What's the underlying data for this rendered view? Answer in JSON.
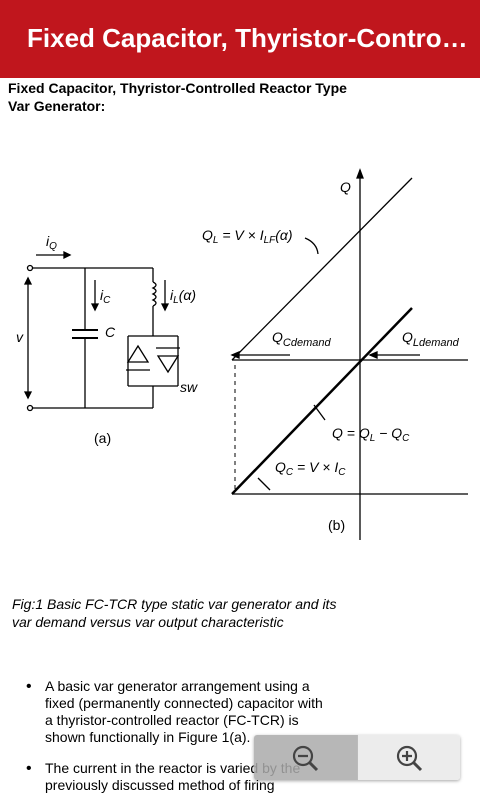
{
  "appbar": {
    "title": "Fixed Capacitor, Thyristor-Controlled Reactor Type Var Generator"
  },
  "content": {
    "heading": "Fixed Capacitor, Thyristor-Controlled Reactor Type Var Generator:",
    "figure": {
      "labels": {
        "iQ": "i",
        "iQ_sub": "Q",
        "ic": "i",
        "ic_sub": "C",
        "C": "C",
        "v": "v",
        "iL": "i",
        "iL_sub": "L",
        "iL_arg": "(α)",
        "sw": "sw",
        "a": "(a)",
        "Q": "Q",
        "QL_eq": "Q",
        "QL_eq_sub": "L",
        "QL_eq_mid": " = V × I",
        "QL_eq_sub2": "LF",
        "QL_eq_end": "(α)",
        "QCdemand": "Q",
        "QCdemand_sub": "Cdemand",
        "QLdemand": "Q",
        "QLdemand_sub": "Ldemand",
        "Qdiff": "Q = Q",
        "Qdiff_sub": "L",
        "Qdiff_end": " − Q",
        "Qdiff_sub2": "C",
        "QC_eq": "Q",
        "QC_eq_sub": "C",
        "QC_eq_mid": " = V × I",
        "QC_eq_sub2": "C",
        "b": "(b)"
      }
    },
    "caption": "Fig:1 Basic FC-TCR type static var generator and its var demand versus var output characteristic",
    "bullets": [
      "A basic var generator arrangement using a fixed (permanently connected) capacitor with a thyristor-controlled reactor (FC-TCR) is shown functionally in Figure 1(a).",
      "The current in the reactor is varied by the previously discussed method of firing"
    ]
  },
  "zoom": {
    "out_icon": "zoom-out-icon",
    "in_icon": "zoom-in-icon"
  }
}
